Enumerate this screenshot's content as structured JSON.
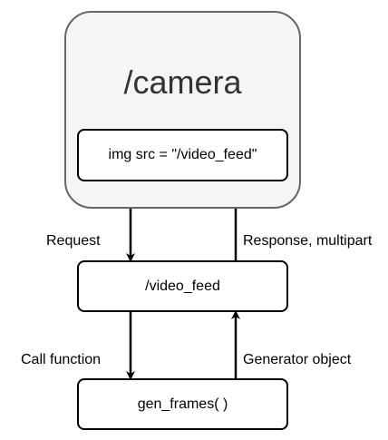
{
  "camera": {
    "title": "/camera",
    "img_tag": "img src = \"/video_feed\""
  },
  "video_feed": {
    "label": "/video_feed"
  },
  "gen_frames": {
    "label": "gen_frames( )"
  },
  "edges": {
    "request": "Request",
    "response": "Response, multipart",
    "call_function": "Call function",
    "generator_object": "Generator object"
  },
  "colors": {
    "container_fill": "#f5f5f5",
    "container_border": "#666666",
    "box_border": "#000000",
    "text": "#000000"
  }
}
